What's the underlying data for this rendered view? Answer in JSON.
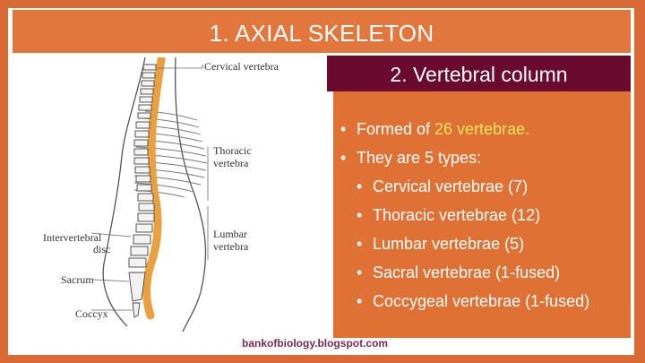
{
  "slide": {
    "title": "1. AXIAL SKELETON",
    "subtitle": "2. Vertebral column",
    "footer": "bankofbiology.blogspot.com"
  },
  "bullets": {
    "b1_prefix": "Formed of ",
    "b1_highlight": "26 vertebrae.",
    "b2": "They are 5 types:",
    "types": [
      "Cervical vertebrae (7)",
      "Thoracic vertebrae (12)",
      "Lumbar vertebrae (5)",
      "Sacral vertebrae (1-fused)",
      "Coccygeal vertebrae (1-fused)"
    ]
  },
  "diagram_labels": {
    "cervical": "Cervical vertebra",
    "thoracic_1": "Thoracic",
    "thoracic_2": "vertebra",
    "intervertebral_1": "Intervertebral",
    "intervertebral_2": "disc",
    "lumbar_1": "Lumbar",
    "lumbar_2": "vertebra",
    "sacrum": "Sacrum",
    "coccyx": "Coccyx"
  },
  "colors": {
    "frame": "#d96a35",
    "title_bar": "#e2773d",
    "subtitle_bg": "#6a0a2e",
    "highlight": "#f5e65a",
    "footer_text": "#7a2a55"
  },
  "icons": {
    "bullet": "•"
  }
}
